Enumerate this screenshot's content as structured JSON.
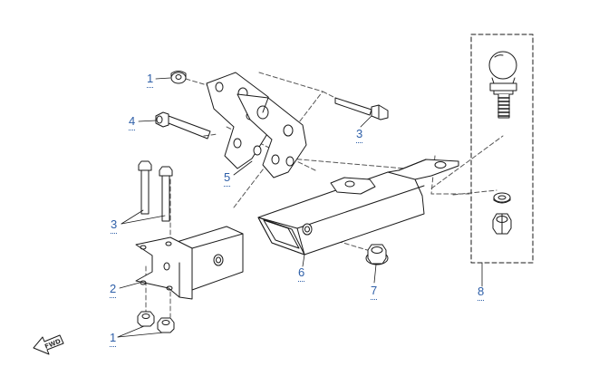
{
  "diagram": {
    "callouts": [
      {
        "id": "c1a",
        "label": "1"
      },
      {
        "id": "c4",
        "label": "4"
      },
      {
        "id": "c5",
        "label": "5"
      },
      {
        "id": "c3a",
        "label": "3"
      },
      {
        "id": "c3b",
        "label": "3"
      },
      {
        "id": "c2",
        "label": "2"
      },
      {
        "id": "c6",
        "label": "6"
      },
      {
        "id": "c7",
        "label": "7"
      },
      {
        "id": "c8",
        "label": "8"
      },
      {
        "id": "c1b",
        "label": "1"
      }
    ],
    "direction_arrow": {
      "label": "FWD",
      "icon": "forward-arrow-icon"
    }
  },
  "colors": {
    "line": "#1a1a1a",
    "callout": "#2e5fa8",
    "dash": "#555555"
  }
}
